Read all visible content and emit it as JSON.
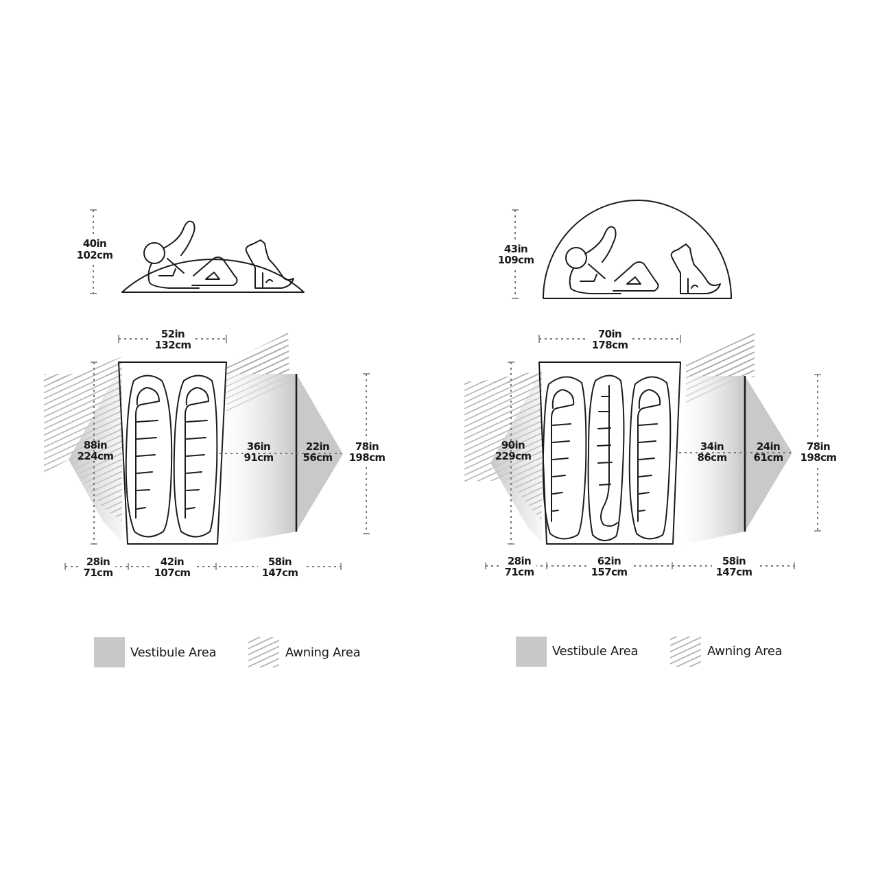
{
  "diagrams": [
    {
      "name": "two-person-tent",
      "peak_height": {
        "in": "40in",
        "cm": "102cm"
      },
      "floor_width_head": {
        "in": "52in",
        "cm": "132cm"
      },
      "floor_length": {
        "in": "88in",
        "cm": "224cm"
      },
      "vestibule_depth": {
        "in": "36in",
        "cm": "91cm"
      },
      "awning_extension": {
        "in": "22in",
        "cm": "56cm"
      },
      "door_length": {
        "in": "78in",
        "cm": "198cm"
      },
      "bottom_left": {
        "in": "28in",
        "cm": "71cm"
      },
      "floor_width_foot": {
        "in": "42in",
        "cm": "107cm"
      },
      "bottom_right": {
        "in": "58in",
        "cm": "147cm"
      },
      "sleeping_bags": 2
    },
    {
      "name": "three-person-tent",
      "peak_height": {
        "in": "43in",
        "cm": "109cm"
      },
      "floor_width_head": {
        "in": "70in",
        "cm": "178cm"
      },
      "floor_length": {
        "in": "90in",
        "cm": "229cm"
      },
      "vestibule_depth": {
        "in": "34in",
        "cm": "86cm"
      },
      "awning_extension": {
        "in": "24in",
        "cm": "61cm"
      },
      "door_length": {
        "in": "78in",
        "cm": "198cm"
      },
      "bottom_left": {
        "in": "28in",
        "cm": "71cm"
      },
      "floor_width_foot": {
        "in": "62in",
        "cm": "157cm"
      },
      "bottom_right": {
        "in": "58in",
        "cm": "147cm"
      },
      "sleeping_bags": 3
    }
  ],
  "legend": {
    "vestibule_label": "Vestibule Area",
    "awning_label": "Awning Area",
    "vestibule_color": "#c8c8c8",
    "awning_color": "#b0b0b0"
  }
}
